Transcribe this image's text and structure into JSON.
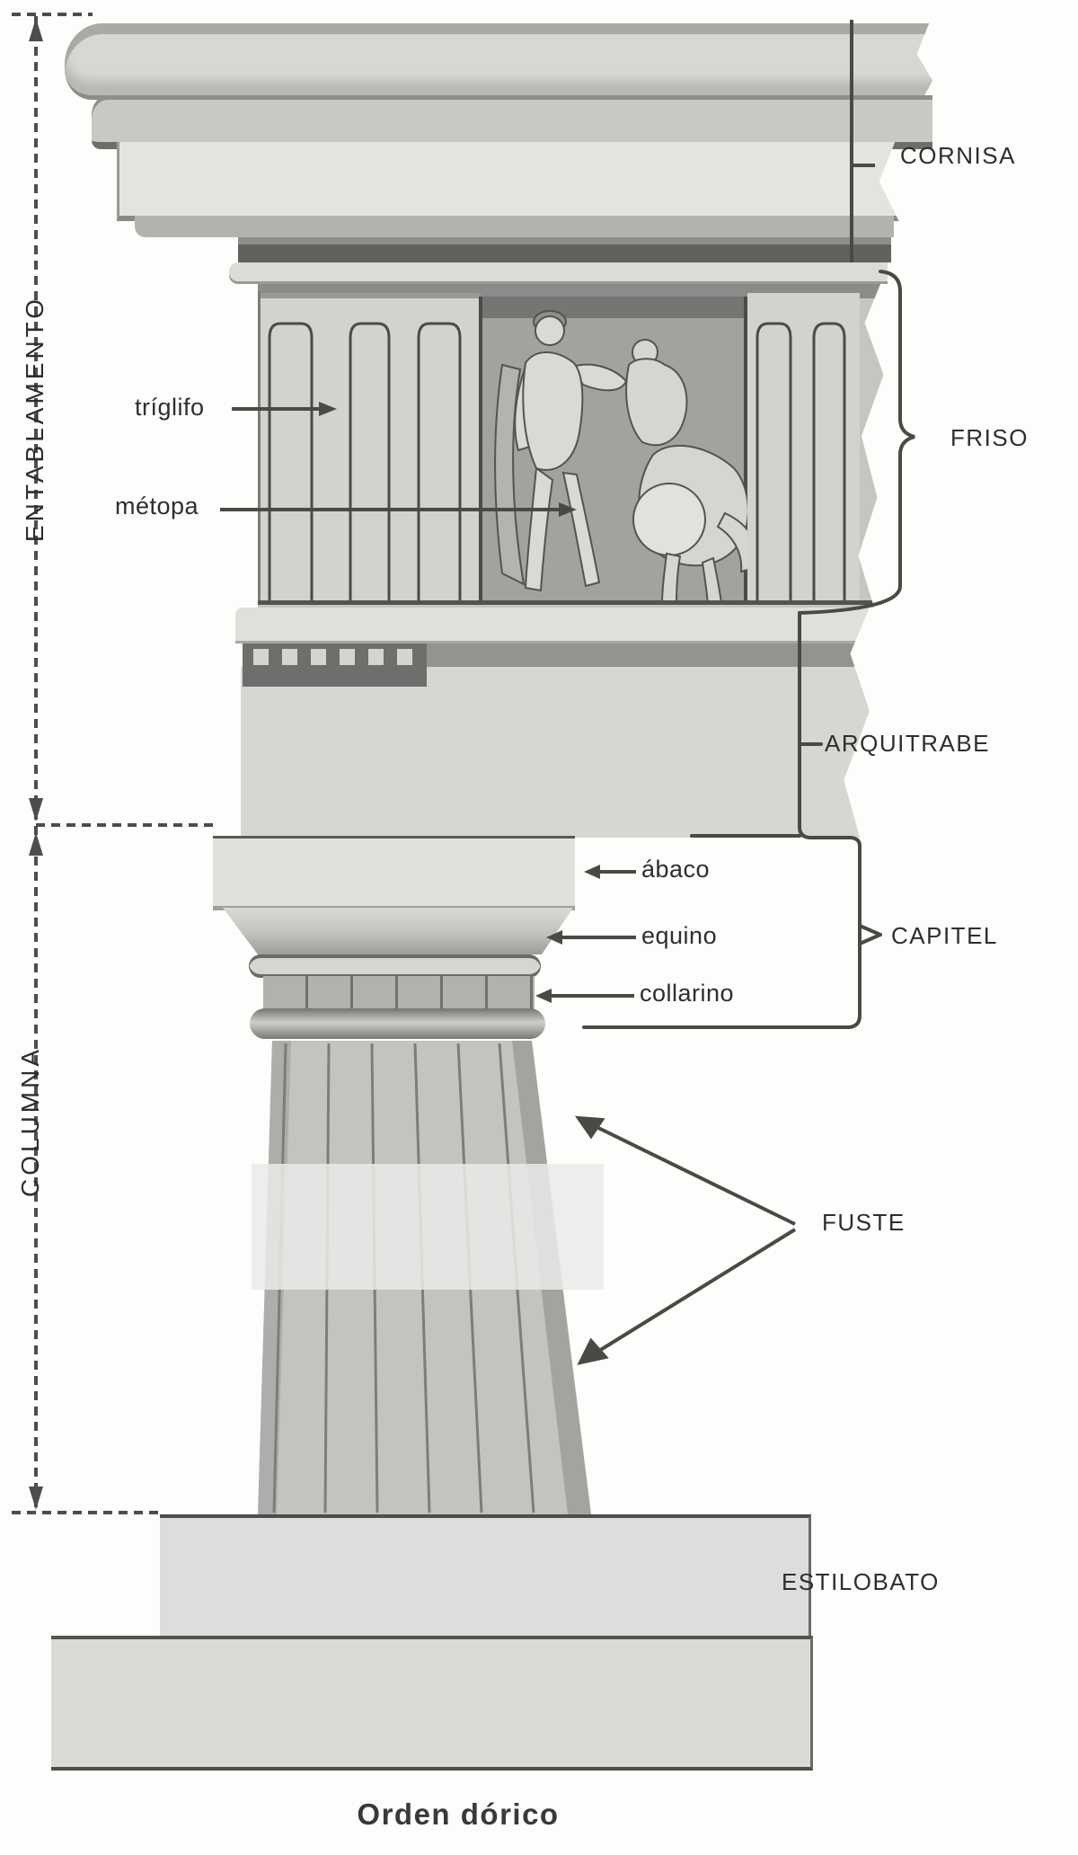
{
  "title": "Orden dórico",
  "labels": {
    "entablamento": "ENTABLAMENTO",
    "columna": "COLUMNA",
    "cornisa": "CORNISA",
    "friso": "FRISO",
    "arquitrabe": "ARQUITRABE",
    "capitel": "CAPITEL",
    "fuste": "FUSTE",
    "estilobato": "ESTILOBATO",
    "triglifo": "tríglifo",
    "metopa": "métopa",
    "abaco": "ábaco",
    "equino": "equino",
    "collarino": "collarino"
  },
  "colors": {
    "paper": "#fdfdfc",
    "ink": "#4a4946",
    "stone_light": "#e3e2df",
    "stone_mid": "#c6c5c2",
    "stone_dark": "#62615f",
    "metope_bg": "#a3a29f",
    "label_text": "#2f2e2c"
  }
}
